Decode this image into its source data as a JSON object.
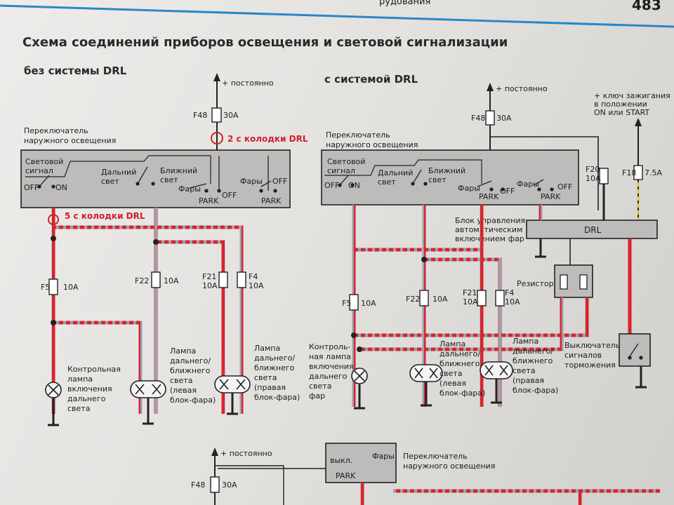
{
  "page_header": {
    "section_fragment": "рудования",
    "page_number": "483"
  },
  "title": "Схема соединений приборов освещения и световой сигнализации",
  "left_panel": {
    "heading": "без системы DRL",
    "supply": "+ постоянно",
    "fuse_main": {
      "id": "F48",
      "rating": "30A"
    },
    "switch_label_1": "Переключатель",
    "switch_label_2": "наружного освещения",
    "annot_pin2": "2 с колодки DRL",
    "annot_pin5": "5 с колодки DRL",
    "switch_groups": {
      "signal_1": "Световой",
      "signal_2": "сигнал",
      "far_1": "Дальний",
      "far_2": "свет",
      "near_1": "Ближний",
      "near_2": "свет",
      "headlights": "Фары"
    },
    "positions": {
      "off": "OFF",
      "on": "ON",
      "park": "PARK"
    },
    "fuses": [
      {
        "id": "F5",
        "rating": "10A"
      },
      {
        "id": "F22",
        "rating": "10A"
      },
      {
        "id": "F21",
        "rating": "10A"
      },
      {
        "id": "F4",
        "rating": "10A"
      }
    ],
    "lamp_indicator": [
      "Контрольная",
      "лампа",
      "включения",
      "дальнего",
      "света"
    ],
    "lamp_left": [
      "Лампа",
      "дальнего/",
      "ближнего",
      "света",
      "(левая",
      "блок-фара)"
    ],
    "lamp_right": [
      "Лампа",
      "дальнего/",
      "ближнего",
      "света",
      "(правая",
      "блок-фара)"
    ]
  },
  "right_panel": {
    "heading": "с системой DRL",
    "supply": "+ постоянно",
    "fuse_main": {
      "id": "F48",
      "rating": "30A"
    },
    "ignition": [
      "+ ключ зажигания",
      "в положении",
      "ON или START"
    ],
    "fuse_f20": {
      "id": "F20",
      "rating": "10A"
    },
    "fuse_f18": {
      "id": "F18",
      "rating": "7.5A"
    },
    "drl_block_label": [
      "Блок управления",
      "автоматическим",
      "включением фар"
    ],
    "drl_unit": "DRL",
    "resistor": "Резистор",
    "fuses": [
      {
        "id": "F5",
        "rating": "10A"
      },
      {
        "id": "F22",
        "rating": "10A"
      },
      {
        "id": "F21",
        "rating": "10A"
      },
      {
        "id": "F4",
        "rating": "10A"
      }
    ],
    "lamp_indicator": [
      "Контроль-",
      "ная лампа",
      "включения",
      "дальнего",
      "света",
      "фар"
    ],
    "lamp_left": [
      "Лампа",
      "дальнего/",
      "ближнего",
      "света",
      "(левая",
      "блок-фара)"
    ],
    "lamp_right": [
      "Лампа",
      "дальнего/",
      "ближнего",
      "света",
      "(правая",
      "блок-фара)"
    ],
    "brake_switch": [
      "Выключатель",
      "сигналов",
      "торможения"
    ]
  },
  "bottom_panel": {
    "supply": "+ постоянно",
    "fuse_main": {
      "id": "F48",
      "rating": "30A"
    },
    "switch_label": [
      "Переключатель",
      "наружного освещения"
    ],
    "pos_off": "выкл.",
    "pos_head": "Фары",
    "pos_park": "PARK"
  }
}
